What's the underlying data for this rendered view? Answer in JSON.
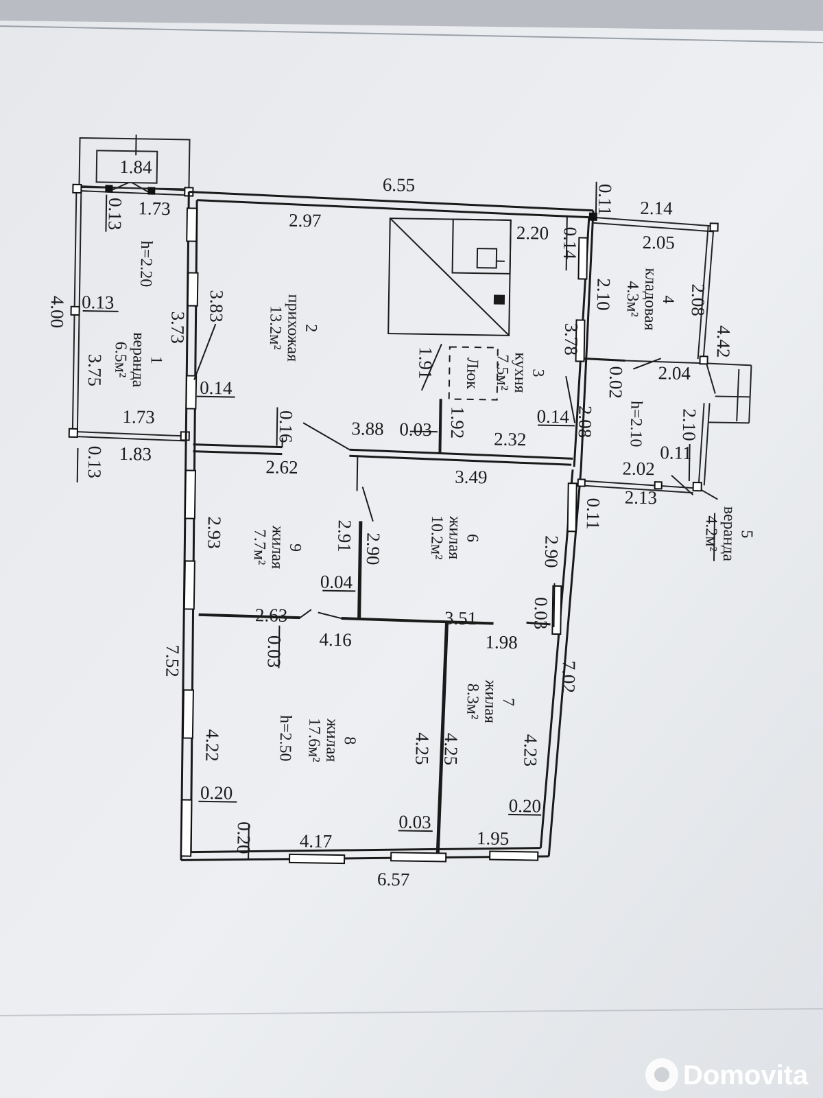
{
  "watermark": {
    "text": "Domovita"
  },
  "rooms": {
    "r1": {
      "number": "1",
      "name": "веранда",
      "area": "6.5м²",
      "height": "h=2.20"
    },
    "r2": {
      "number": "2",
      "name": "прихожая",
      "area": "13.2м²"
    },
    "r3": {
      "number": "3",
      "name": "кухня",
      "area": "7.5м²",
      "hatch": "Люк"
    },
    "r4": {
      "number": "4",
      "name": "кладовая",
      "area": "4.3м²",
      "height": "h=2.10"
    },
    "r5": {
      "number": "5",
      "name": "веранда",
      "area": "4.2м²"
    },
    "r6": {
      "number": "6",
      "name": "жилая",
      "area": "10.2м²"
    },
    "r7": {
      "number": "7",
      "name": "жилая",
      "area": "8.3м²"
    },
    "r8": {
      "number": "8",
      "name": "жилая",
      "area": "17.6м²",
      "height": "h=2.50"
    },
    "r9": {
      "number": "9",
      "name": "жилая",
      "area": "7.7м²"
    }
  },
  "dims": {
    "d01": "1.84",
    "d02": "1.73",
    "d03": "0.13",
    "d04": "6.55",
    "d05": "2.97",
    "d06": "0.11",
    "d07": "2.14",
    "d08": "2.05",
    "d09": "2.20",
    "d10": "0.14",
    "d11": "2.08",
    "d12": "2.10",
    "d13": "4.42",
    "d14": "3.78",
    "d15": "2.04",
    "d16": "0.02",
    "d17": "2.10",
    "d18": "3.83",
    "d19": "4.00",
    "d20": "0.13",
    "d21": "3.73",
    "d22": "3.75",
    "d23": "0.14",
    "d24": "1.91",
    "d25": "1.73",
    "d26": "1.83",
    "d27": "0.13",
    "d28": "0.16",
    "d29": "3.88",
    "d30": "0.03",
    "d31": "1.92",
    "d32": "2.32",
    "d33": "0.14",
    "d34": "2.08",
    "d35": "0.11",
    "d36": "2.02",
    "d37": "2.13",
    "d38": "2.62",
    "d39": "3.49",
    "d40": "0.11",
    "d41": "2.93",
    "d42": "2.91",
    "d43": "2.90",
    "d44": "2.90",
    "d45": "0.04",
    "d46": "0.03",
    "d47": "2.63",
    "d48": "3.51",
    "d49": "4.16",
    "d50": "1.98",
    "d51": "0.03",
    "d52": "7.52",
    "d53": "7.02",
    "d54": "4.22",
    "d55": "4.25",
    "d56": "4.25",
    "d57": "4.23",
    "d58": "0.20",
    "d59": "0.20",
    "d60": "0.03",
    "d61": "0.20",
    "d62": "4.17",
    "d63": "1.95",
    "d64": "6.57"
  }
}
